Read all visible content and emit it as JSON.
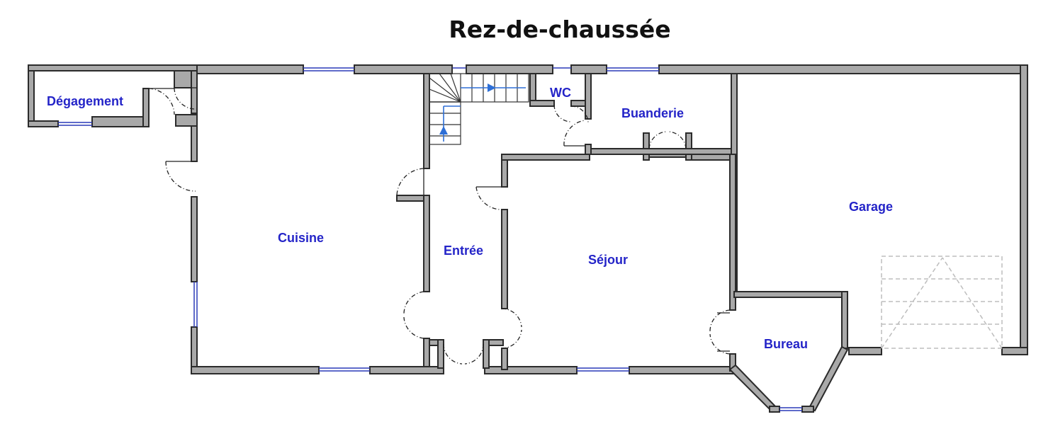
{
  "title": "Rez-de-chaussée",
  "rooms": {
    "degagement": "Dégagement",
    "cuisine": "Cuisine",
    "wc": "WC",
    "buanderie": "Buanderie",
    "entree": "Entrée",
    "sejour": "Séjour",
    "garage": "Garage",
    "bureau": "Bureau"
  },
  "colors": {
    "label": "#2424c8",
    "wall_fill": "#a9a9a9",
    "wall_stroke": "#2b2b2b",
    "window": "#2a3ab8",
    "stair_arrow": "#2e6fd6",
    "garage_door_dashes": "#bdbdbd"
  }
}
